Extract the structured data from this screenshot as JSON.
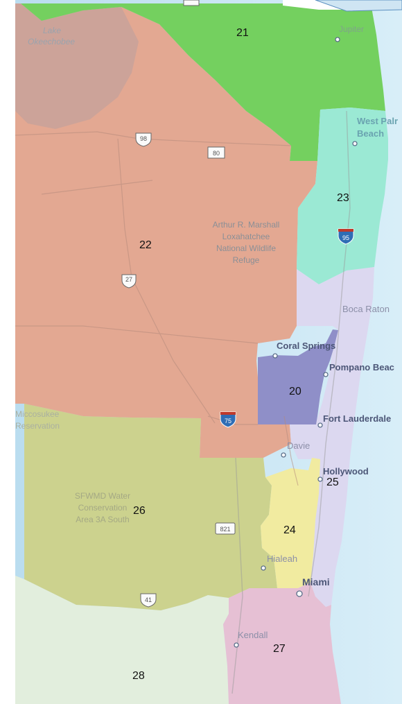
{
  "map": {
    "colors": {
      "ocean": "#c9e6f4",
      "d20": "#8f8fc8",
      "d21": "#74d05f",
      "d22": "#e3a892",
      "d23": "#9be9d4",
      "d24": "#f1eba0",
      "d25": "#dcd8f0",
      "d26": "#ccd28e",
      "d27": "#e6c0d4",
      "d28": "#e2eedd",
      "lake": "#c8a29a"
    },
    "districts": [
      {
        "id": "21",
        "label": "21"
      },
      {
        "id": "22",
        "label": "22"
      },
      {
        "id": "23",
        "label": "23"
      },
      {
        "id": "20",
        "label": "20"
      },
      {
        "id": "25",
        "label": "25"
      },
      {
        "id": "26",
        "label": "26"
      },
      {
        "id": "24",
        "label": "24"
      },
      {
        "id": "27",
        "label": "27"
      },
      {
        "id": "28",
        "label": "28"
      }
    ],
    "cities": {
      "jupiter": "Jupiter",
      "west_palm_1": "West Palr",
      "west_palm_2": "Beach",
      "boca": "Boca Raton",
      "coral_springs": "Coral Springs",
      "pompano": "Pompano Beac",
      "fort_lauderdale": "Fort Lauderdale",
      "davie": "Davie",
      "hollywood": "Hollywood",
      "hialeah": "Hialeah",
      "miami": "Miami",
      "kendall": "Kendall"
    },
    "features": {
      "lake_1": "Lake",
      "lake_2": "Okeechobee",
      "refuge": [
        "Arthur R. Marshall",
        "Loxahatchee",
        "National Wildlife",
        "Refuge"
      ],
      "reservation": [
        "Miccosukee",
        "Reservation"
      ],
      "wca": [
        "SFWMD Water",
        "Conservation",
        "Area 3A South"
      ]
    },
    "shields": {
      "us98": "98",
      "us80": "80",
      "us27": "27",
      "i95": "95",
      "i75": "75",
      "sr821": "821",
      "us41": "41"
    },
    "icons": [
      "city-dot-icon",
      "interstate-shield-icon",
      "us-route-shield-icon"
    ]
  }
}
